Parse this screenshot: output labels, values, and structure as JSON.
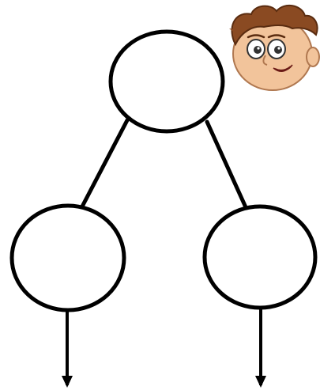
{
  "diagram": {
    "type": "tree",
    "nodes": [
      {
        "id": "root",
        "label": ""
      },
      {
        "id": "left-child",
        "label": ""
      },
      {
        "id": "right-child",
        "label": ""
      }
    ],
    "edges": [
      {
        "from": "root",
        "to": "left-child"
      },
      {
        "from": "root",
        "to": "right-child"
      }
    ],
    "outgoing_arrows": [
      {
        "from": "left-child",
        "direction": "down"
      },
      {
        "from": "right-child",
        "direction": "down"
      }
    ],
    "line_color": "#000000",
    "node_fill": "#ffffff"
  },
  "mascot": {
    "icon": "cartoon-boy-face-icon",
    "hair_color": "#8a4a22",
    "skin_color": "#f2c49b"
  }
}
